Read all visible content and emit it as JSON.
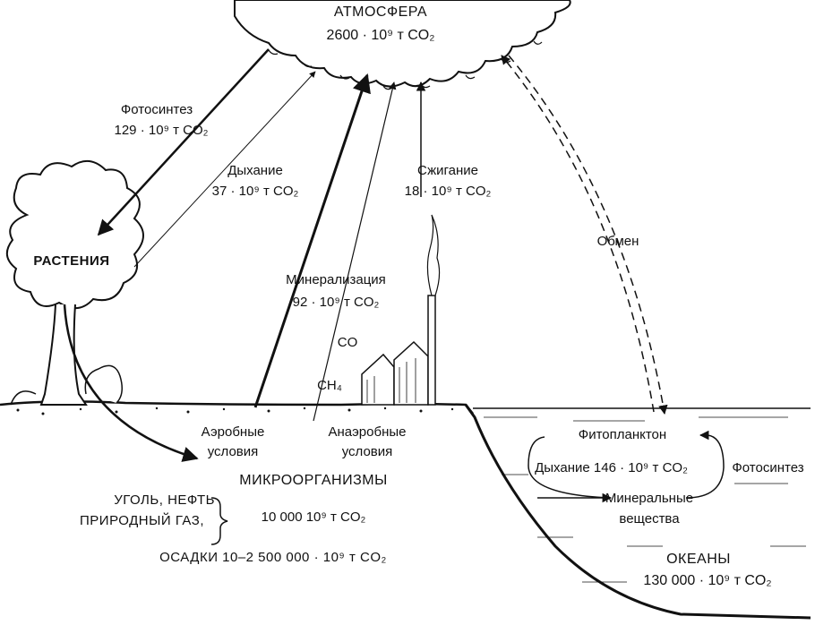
{
  "atmosphere": {
    "title": "АТМОСФЕРА",
    "amount": "2600 · 10⁹ т CO₂"
  },
  "photosynthesis": {
    "label": "Фотосинтез",
    "amount": "129 · 10⁹ т CO₂"
  },
  "respiration": {
    "label": "Дыхание",
    "amount": "37 · 10⁹ т CO₂"
  },
  "combustion": {
    "label": "Сжигание",
    "amount": "18 · 10⁹ т CO₂"
  },
  "mineralization": {
    "label": "Минерализация",
    "amount": "92 · 10⁹ т CO₂"
  },
  "gases": {
    "co": "CO",
    "ch4": "CH₄"
  },
  "exchange": {
    "label": "Обмен"
  },
  "plants": {
    "label": "РАСТЕНИЯ"
  },
  "aerobic": {
    "line1": "Аэробные",
    "line2": "условия"
  },
  "anaerobic": {
    "line1": "Анаэробные",
    "line2": "условия"
  },
  "microorganisms": {
    "label": "МИКРООРГАНИЗМЫ"
  },
  "fossil": {
    "line1": "УГОЛЬ, НЕФТЬ",
    "line2": "ПРИРОДНЫЙ ГАЗ,",
    "amount": "10 000  10⁹ т  CO₂"
  },
  "sediments": {
    "label": "ОСАДКИ 10–2 500 000 · 10⁹ т  CO₂"
  },
  "ocean_cycle": {
    "phytoplankton": "Фитопланктон",
    "respiration": "Дыхание  146 · 10⁹ т CO₂",
    "photosynthesis": "Фотосинтез",
    "minerals_line1": "Минеральные",
    "minerals_line2": "вещества"
  },
  "oceans": {
    "title": "ОКЕАНЫ",
    "amount": "130 000 · 10⁹ т CO₂"
  }
}
